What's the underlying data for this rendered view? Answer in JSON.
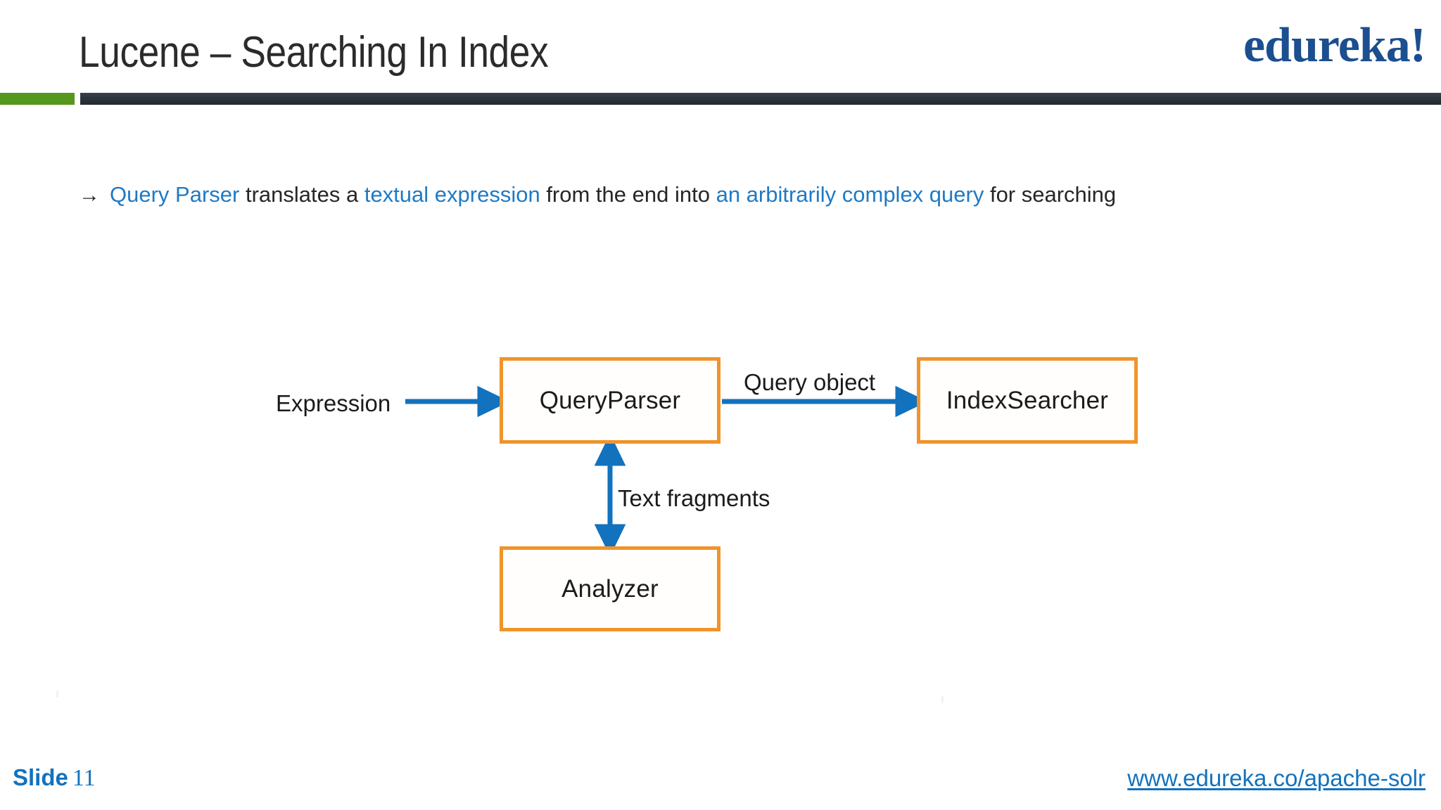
{
  "slide": {
    "title": "Lucene – Searching In Index",
    "brand": "edureka!",
    "accent_green": "#56971d",
    "accent_dark": "#2c333c",
    "link_blue": "#1272bd",
    "highlight_blue": "#1f7ac4",
    "box_orange": "#ef942b",
    "arrow_blue": "#1272bd"
  },
  "bullet": {
    "arrow_glyph": "→",
    "seg1_highlight": "Query Parser",
    "seg2_plain": " translates a ",
    "seg3_highlight": "textual expression",
    "seg4_plain": " from the end into ",
    "seg5_highlight": "an arbitrarily complex query",
    "seg6_plain": " for searching"
  },
  "diagram": {
    "type": "flow",
    "nodes": [
      {
        "id": "queryparser",
        "label": "QueryParser"
      },
      {
        "id": "indexsearcher",
        "label": "IndexSearcher"
      },
      {
        "id": "analyzer",
        "label": "Analyzer"
      }
    ],
    "edges": [
      {
        "id": "expression",
        "label": "Expression",
        "from": "",
        "to": "queryparser",
        "direction": "one-way"
      },
      {
        "id": "query-object",
        "label": "Query object",
        "from": "queryparser",
        "to": "indexsearcher",
        "direction": "one-way"
      },
      {
        "id": "text-fragments",
        "label": "Text fragments",
        "from": "queryparser",
        "to": "analyzer",
        "direction": "two-way"
      }
    ]
  },
  "footer": {
    "slide_word": "Slide",
    "slide_number": "11",
    "url": "www.edureka.co/apache-solr"
  }
}
